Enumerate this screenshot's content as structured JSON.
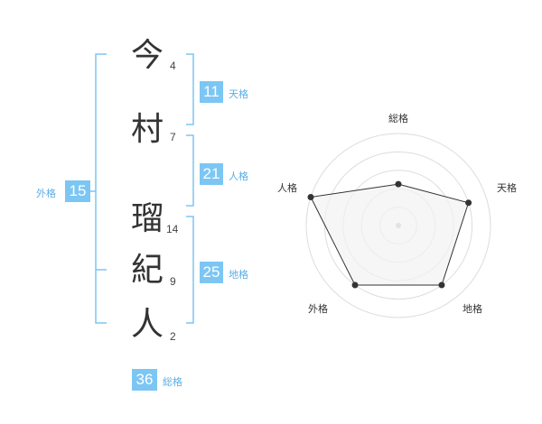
{
  "name": {
    "chars": [
      "今",
      "村",
      "瑠",
      "紀",
      "人"
    ],
    "strokes": [
      "4",
      "7",
      "14",
      "9",
      "2"
    ]
  },
  "fortunes": {
    "tenkaku": {
      "value": "11",
      "label": "天格"
    },
    "jinkaku": {
      "value": "21",
      "label": "人格"
    },
    "chikaku": {
      "value": "25",
      "label": "地格"
    },
    "gaikaku": {
      "value": "15",
      "label": "外格"
    },
    "soukaku": {
      "value": "36",
      "label": "総格"
    }
  },
  "radar": {
    "labels": [
      "総格",
      "天格",
      "地格",
      "外格",
      "人格"
    ],
    "values": [
      0.45,
      0.8,
      0.8,
      0.8,
      1.0
    ],
    "colors": {
      "line": "#333333",
      "fill": "#f2f2f2",
      "grid": "#dddddd",
      "accent": "#7cc6f4"
    }
  }
}
